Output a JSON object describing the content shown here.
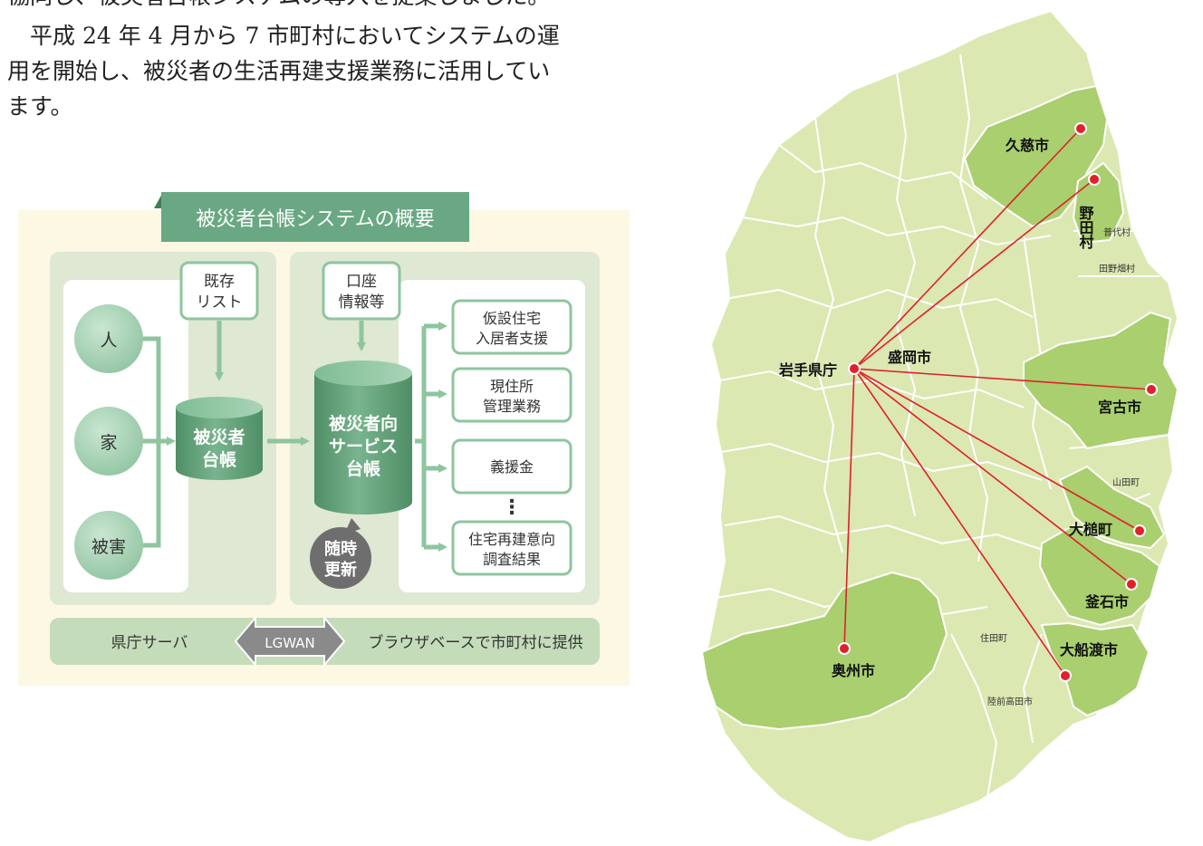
{
  "intro": {
    "cut_line": "協同し、被災者台帳システムの導入を提案しました。",
    "line1": "平成 24 年 4 月から 7 市町村においてシステムの運",
    "line2": "用を開始し、被災者の生活再建支援業務に活用してい",
    "line3": "ます。"
  },
  "diagram": {
    "title": "被災者台帳システムの概要",
    "inputs": [
      "人",
      "家",
      "被害"
    ],
    "existing_list": [
      "既存",
      "リスト"
    ],
    "ledger": [
      "被災者",
      "台帳"
    ],
    "account_info": [
      "口座",
      "情報等"
    ],
    "service_ledger": [
      "被災者向",
      "サービス",
      "台帳"
    ],
    "update_badge": [
      "随時",
      "更新"
    ],
    "outputs": [
      [
        "仮設住宅",
        "入居者支援"
      ],
      [
        "現住所",
        "管理業務"
      ],
      [
        "義援金"
      ],
      [
        "住宅再建意向",
        "調査結果"
      ]
    ],
    "dots": "⋮",
    "server_label": "県庁サーバ",
    "network_label": "LGWAN",
    "provide_label": "ブラウザベースで市町村に提供"
  },
  "map": {
    "hub": "岩手県庁",
    "hub_neighbor": "盛岡市",
    "connected": [
      "久慈市",
      "野田村",
      "宮古市",
      "大槌町",
      "釜石市",
      "大船渡市",
      "奥州市"
    ],
    "other": [
      "普代村",
      "田野畑村",
      "山田町",
      "住田町",
      "陸前高田市"
    ],
    "colors": {
      "base_region": "#dbe8b2",
      "highlight_region": "#a9cf6e",
      "border": "#ffffff",
      "link_line": "#e0202a",
      "marker": "#e0202a"
    }
  },
  "colors": {
    "panel_bg": "#fcf8e4",
    "section_bg": "#dfe8d2",
    "green_dark": "#5fa076",
    "green_mid": "#8ec4a0",
    "green_light": "#cfe7d6",
    "white_box_border": "#8ec59e",
    "badge_grey": "#6e6e6e"
  }
}
